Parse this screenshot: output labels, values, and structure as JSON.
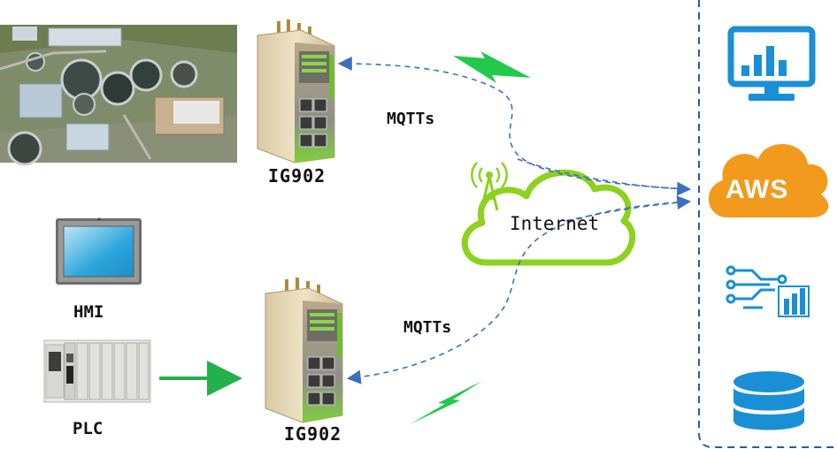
{
  "labels": {
    "gateway_top": "IG902",
    "gateway_bottom": "IG902",
    "protocol_top": "MQTTs",
    "protocol_bottom": "MQTTs",
    "cloud": "Internet",
    "hmi": "HMI",
    "plc": "PLC",
    "aws": "AWS"
  },
  "icons": {
    "photo": "water-treatment-plant-aerial-photo",
    "monitor": "dashboard-monitor-icon",
    "aws": "aws-cloud-icon",
    "analytics": "data-analytics-icon",
    "database": "database-icon"
  },
  "colors": {
    "accent_blue": "#1a8fd6",
    "aws_orange": "#f29a1d",
    "cloud_green": "#8cd21e",
    "arrow_green": "#22b14c",
    "dashed_line": "#3d6fbf"
  }
}
